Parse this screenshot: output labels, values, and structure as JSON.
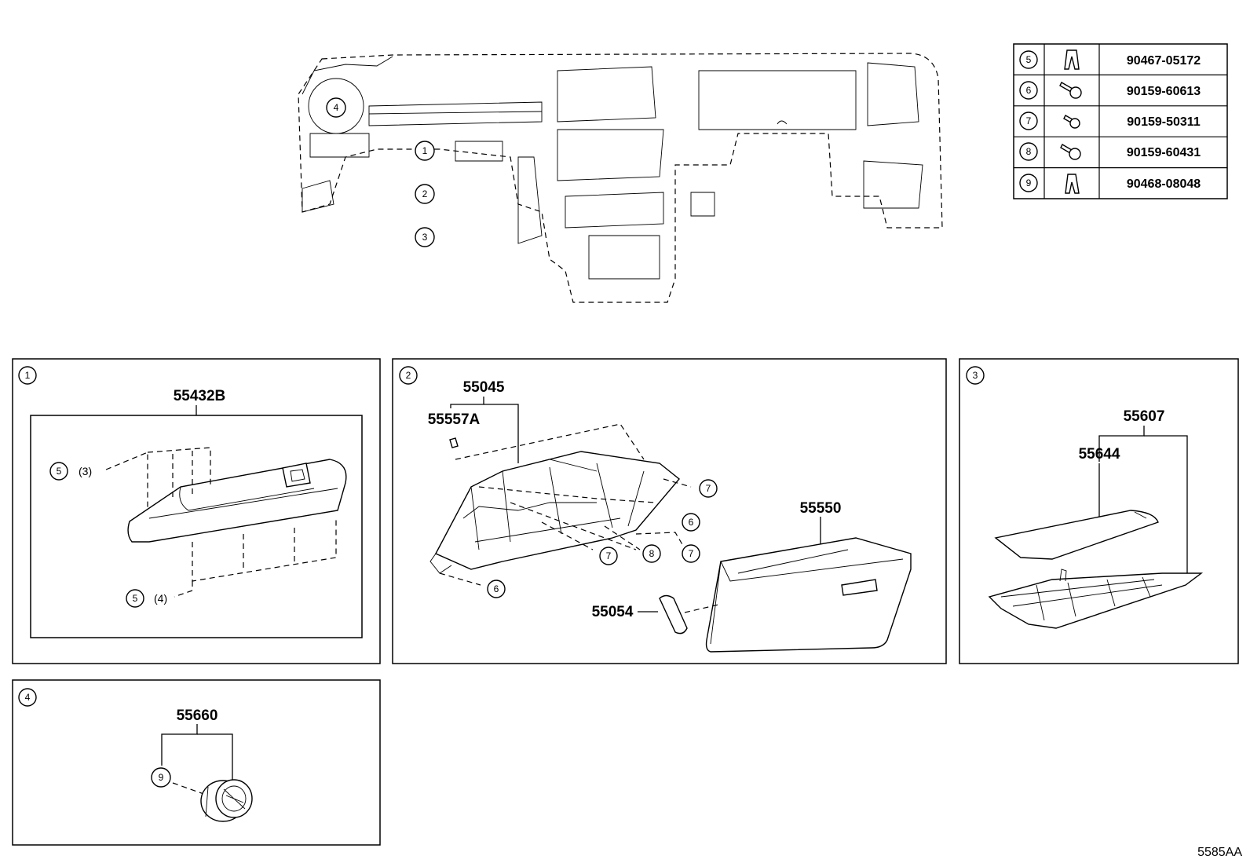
{
  "diagram": {
    "code": "5585AA",
    "fastener_table": [
      {
        "key": "5",
        "part_no": "90467-05172",
        "icon": "clip-icon"
      },
      {
        "key": "6",
        "part_no": "90159-60613",
        "icon": "screw-icon"
      },
      {
        "key": "7",
        "part_no": "90159-50311",
        "icon": "screw-icon"
      },
      {
        "key": "8",
        "part_no": "90159-60431",
        "icon": "screw-icon"
      },
      {
        "key": "9",
        "part_no": "90468-08048",
        "icon": "clip-icon"
      }
    ],
    "overview_callouts": [
      "1",
      "2",
      "3",
      "4"
    ],
    "panels": {
      "p1": {
        "number": "1",
        "part": "55432B",
        "callout_a": "5",
        "ref_a": "(3)",
        "callout_b": "5",
        "ref_b": "(4)"
      },
      "p2": {
        "number": "2",
        "parts": {
          "assembly": "55045",
          "bumper": "55557A",
          "box_door": "55550",
          "damper": "55054"
        },
        "callouts": [
          "7",
          "6",
          "7",
          "8",
          "7",
          "6"
        ]
      },
      "p3": {
        "number": "3",
        "parts": {
          "assembly": "55607",
          "pad": "55644"
        }
      },
      "p4": {
        "number": "4",
        "part": "55660",
        "callout": "9"
      }
    }
  }
}
